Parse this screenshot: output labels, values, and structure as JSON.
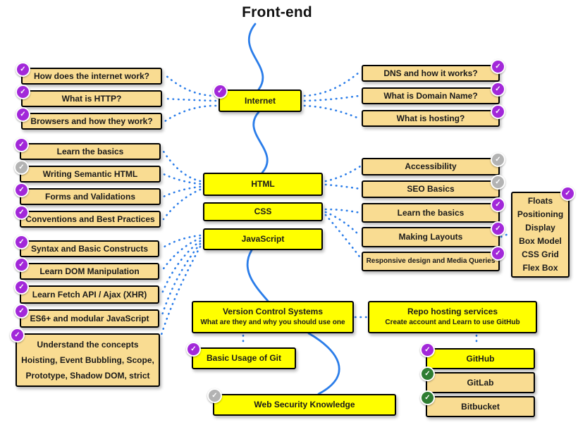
{
  "title": "Front-end",
  "colors": {
    "node_yellow": "#ffff00",
    "node_tan": "#f9dc92",
    "line_blue": "#2b7de9",
    "check_purple": "#a228d9",
    "check_gray": "#b3b3b3",
    "check_green": "#2e7d32",
    "border_black": "#000000"
  },
  "nodes": [
    {
      "id": "how-internet-works",
      "label": "How does the internet work?",
      "check": "purple"
    },
    {
      "id": "what-is-http",
      "label": "What is HTTP?",
      "check": "purple"
    },
    {
      "id": "browsers-how-they-work",
      "label": "Browsers and how they work?",
      "check": "purple"
    },
    {
      "id": "internet",
      "label": "Internet",
      "check": "purple"
    },
    {
      "id": "dns-how-it-works",
      "label": "DNS and how it works?",
      "check": "purple"
    },
    {
      "id": "what-is-domain-name",
      "label": "What is Domain Name?",
      "check": "purple"
    },
    {
      "id": "what-is-hosting",
      "label": "What is hosting?",
      "check": "purple"
    },
    {
      "id": "html-learn-basics",
      "label": "Learn the basics",
      "check": "purple"
    },
    {
      "id": "writing-semantic-html",
      "label": "Writing Semantic HTML",
      "check": "gray"
    },
    {
      "id": "forms-and-validations",
      "label": "Forms and Validations",
      "check": "purple"
    },
    {
      "id": "conventions-best-practices",
      "label": "Conventions and Best Practices",
      "check": "purple"
    },
    {
      "id": "html",
      "label": "HTML",
      "check": null
    },
    {
      "id": "css",
      "label": "CSS",
      "check": null
    },
    {
      "id": "javascript",
      "label": "JavaScript",
      "check": null
    },
    {
      "id": "accessibility",
      "label": "Accessibility",
      "check": "gray"
    },
    {
      "id": "seo-basics",
      "label": "SEO Basics",
      "check": "gray"
    },
    {
      "id": "css-learn-basics",
      "label": "Learn the basics",
      "check": "purple"
    },
    {
      "id": "making-layouts",
      "label": "Making Layouts",
      "check": "purple"
    },
    {
      "id": "responsive-media-queries",
      "label": "Responsive design and Media Queries",
      "check": "purple"
    },
    {
      "id": "css-layout-topics",
      "lines": [
        "Floats",
        "Positioning",
        "Display",
        "Box Model",
        "CSS Grid",
        "Flex Box"
      ],
      "check": "purple"
    },
    {
      "id": "syntax-basic-constructs",
      "label": "Syntax and Basic Constructs",
      "check": "purple"
    },
    {
      "id": "learn-dom-manipulation",
      "label": "Learn DOM Manipulation",
      "check": "purple"
    },
    {
      "id": "learn-fetch-ajax",
      "label": "Learn Fetch API / Ajax (XHR)",
      "check": "purple"
    },
    {
      "id": "es6-modular-javascript",
      "label": "ES6+ and modular JavaScript",
      "check": "purple"
    },
    {
      "id": "js-concepts",
      "lines": [
        "Understand the concepts",
        "Hoisting, Event Bubbling, Scope,",
        "Prototype, Shadow DOM, strict"
      ],
      "check": "purple"
    },
    {
      "id": "version-control-systems",
      "label": "Version Control Systems",
      "sub": "What are they and why you should use one",
      "check": null
    },
    {
      "id": "repo-hosting-services",
      "label": "Repo hosting services",
      "sub": "Create account and Learn to use GitHub",
      "check": null
    },
    {
      "id": "basic-usage-of-git",
      "label": "Basic Usage of Git",
      "check": "purple"
    },
    {
      "id": "web-security-knowledge",
      "label": "Web Security Knowledge",
      "check": "gray"
    },
    {
      "id": "github",
      "label": "GitHub",
      "check": "purple"
    },
    {
      "id": "gitlab",
      "label": "GitLab",
      "check": "green"
    },
    {
      "id": "bitbucket",
      "label": "Bitbucket",
      "check": "green"
    }
  ]
}
